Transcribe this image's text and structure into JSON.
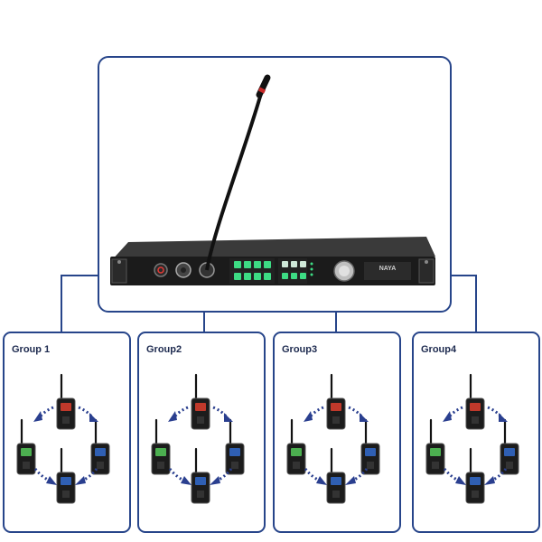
{
  "device": {
    "brand": "NAYA"
  },
  "groups": [
    {
      "label": "Group 1"
    },
    {
      "label": "Group2"
    },
    {
      "label": "Group3"
    },
    {
      "label": "Group4"
    }
  ],
  "colors": {
    "frame": "#27458a",
    "arrow": "#2a3f8f",
    "screen_top": "#c0392b",
    "screen_left": "#4caf50",
    "screen_right": "#2f5fb3",
    "screen_bottom": "#2f5fb3",
    "button_green": "#3ddc84"
  }
}
